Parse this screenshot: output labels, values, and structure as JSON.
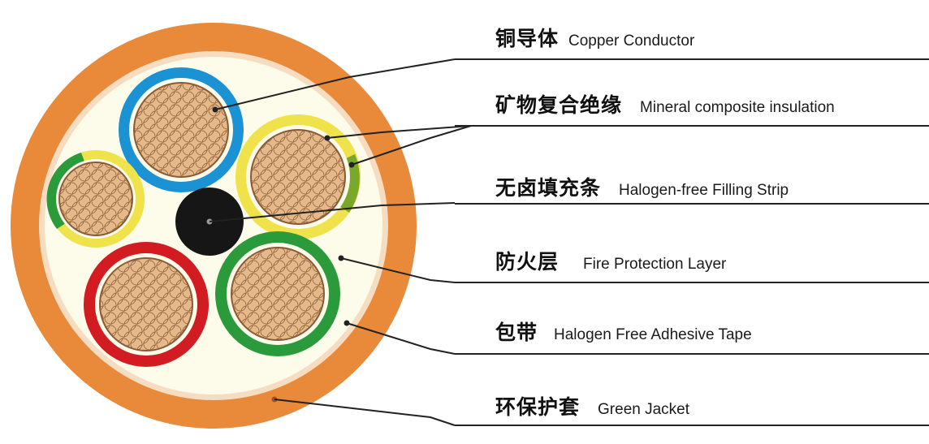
{
  "colors": {
    "jacket": "#e88a3a",
    "filler": "#fdfbe9",
    "copper": "#e6b98a",
    "copper_line": "#8a5a36",
    "blue": "#1a92d4",
    "yellow": "#f0e24a",
    "green": "#2a9a3a",
    "red": "#d21c22",
    "black": "#161616",
    "leader": "#222222"
  },
  "labels": [
    {
      "zh": "铜导体",
      "en": "Copper Conductor"
    },
    {
      "zh": "矿物复合绝缘",
      "en": "Mineral composite insulation"
    },
    {
      "zh": "无卤填充条",
      "en": "Halogen-free Filling Strip"
    },
    {
      "zh": "防火层",
      "en": "Fire Protection Layer"
    },
    {
      "zh": "包带",
      "en": "Halogen Free Adhesive Tape"
    },
    {
      "zh": "环保护套",
      "en": "Green Jacket"
    }
  ]
}
